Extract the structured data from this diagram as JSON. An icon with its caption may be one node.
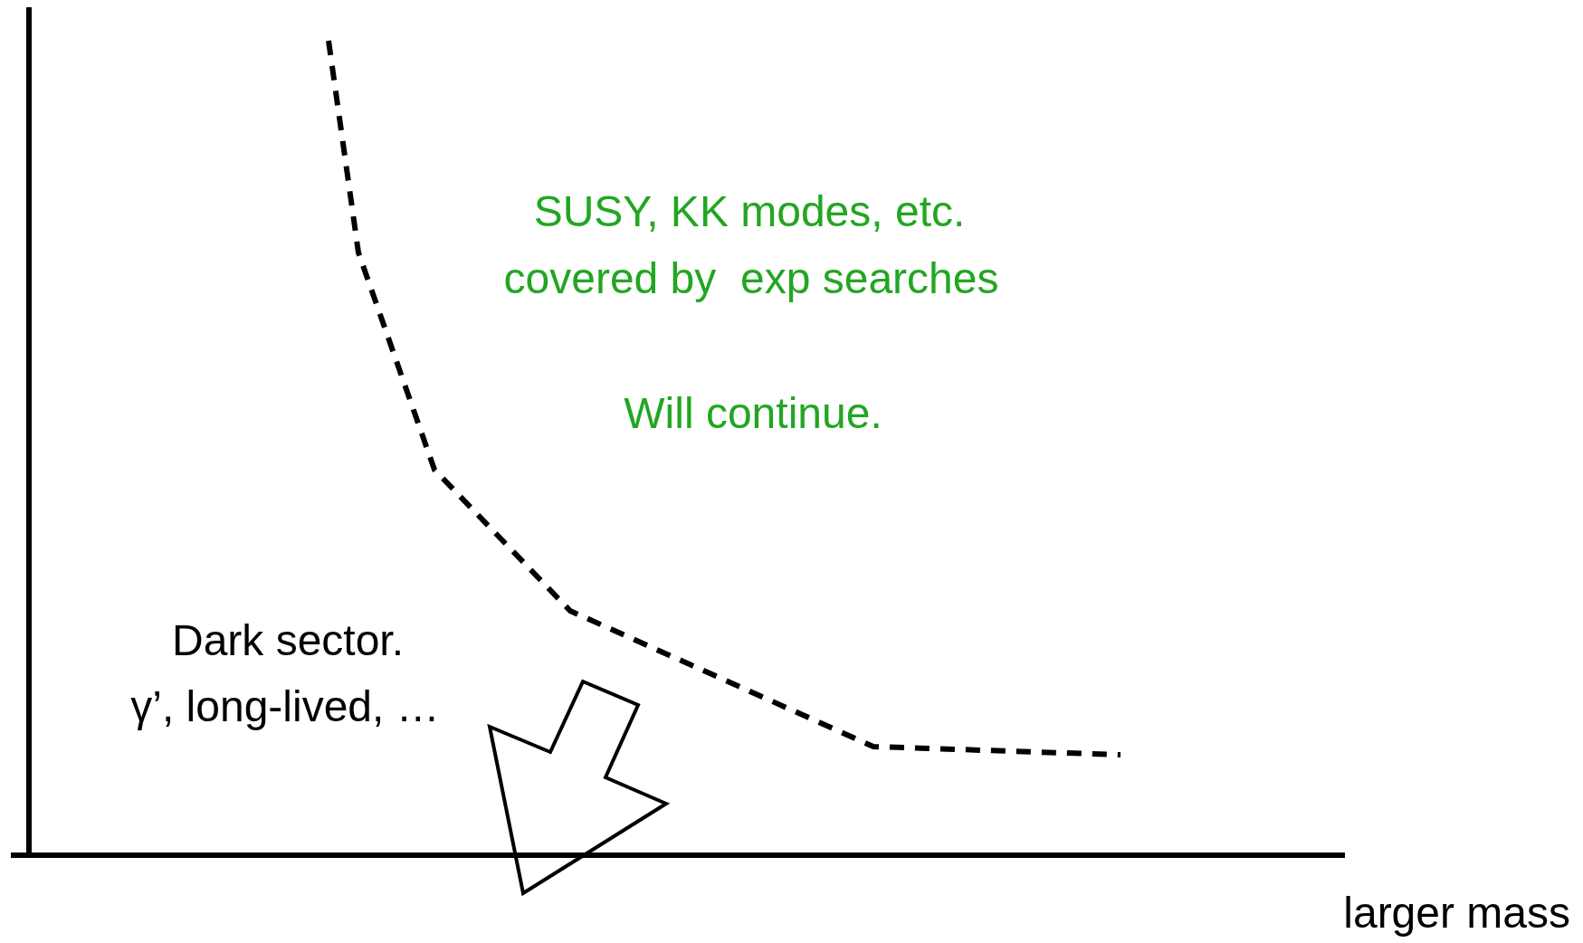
{
  "diagram": {
    "labels": [
      "SUSY, KK modes, etc.",
      "covered by  exp searches",
      "Will continue.",
      "Dark sector.",
      "γ’, long-lived, …",
      "larger mass"
    ]
  }
}
